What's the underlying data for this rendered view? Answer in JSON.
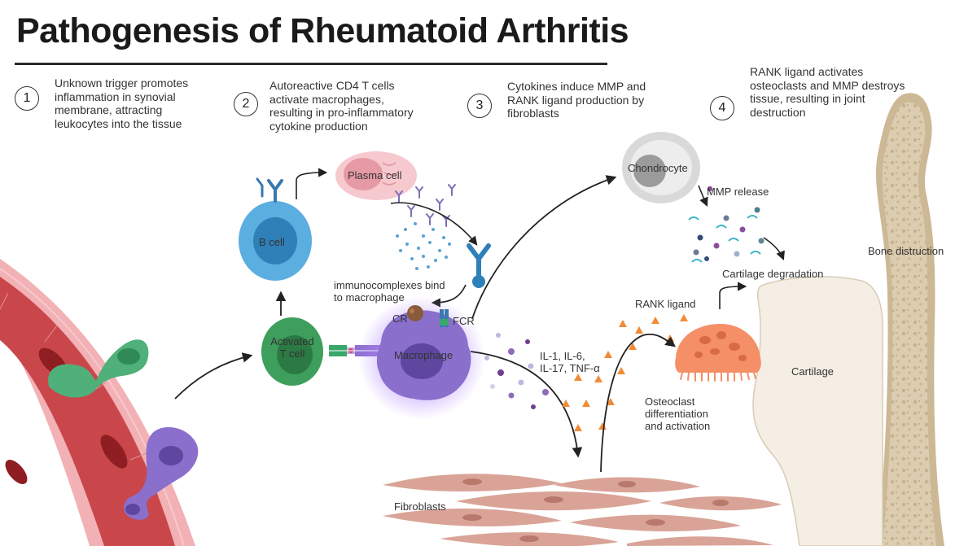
{
  "title": "Pathogenesis of Rheumatoid Arthritis",
  "steps": [
    {
      "number": "1",
      "lines": [
        "Unknown trigger promotes",
        "inflammation in synovial",
        "membrane, attracting",
        "leukocytes into the tissue"
      ]
    },
    {
      "number": "2",
      "lines": [
        "Autoreactive CD4 T cells",
        "activate macrophages,",
        "resulting in pro-inflammatory",
        "cytokine production"
      ]
    },
    {
      "number": "3",
      "lines": [
        "Cytokines induce MMP and",
        "RANK ligand production by",
        "fibroblasts"
      ]
    },
    {
      "number": "4",
      "lines": [
        "RANK ligand activates",
        "osteoclasts and MMP destroys",
        "tissue, resulting in joint",
        "destruction"
      ]
    }
  ],
  "labels": {
    "b_cell": "B cell",
    "plasma_cell": "Plasma cell",
    "chondrocyte": "Chondrocyte",
    "mmp_release": "MMP release",
    "immunocomplexes": [
      "immunocomplexes bind",
      "to macrophage"
    ],
    "cr": "CR",
    "fcr": "FCR",
    "activated_t_cell": [
      "Activated",
      "T cell"
    ],
    "macrophage": "Macrophage",
    "cytokines": [
      "IL-1, IL-6,",
      "IL-17, TNF-α"
    ],
    "rank_ligand": "RANK ligand",
    "cartilage_degradation": "Cartilage degradation",
    "bone_destruction": "Bone distruction",
    "cartilage": "Cartilage",
    "osteoclast": [
      "Osteoclast",
      "differentiation",
      "and activation"
    ],
    "fibroblasts": "Fibroblasts"
  },
  "colors": {
    "vessel": "#c9474b",
    "vessel_wall": "#f2b1b5",
    "b_cell": "#5aaee0",
    "plasma_cell": "#f6c9cf",
    "t_cell": "#3e9e5c",
    "macrophage": "#8a6fcc",
    "osteoclast": "#f48f67",
    "cartilage": "#f4eee4",
    "bone": "#d8c9ad",
    "fibroblast": "#d9a497"
  }
}
